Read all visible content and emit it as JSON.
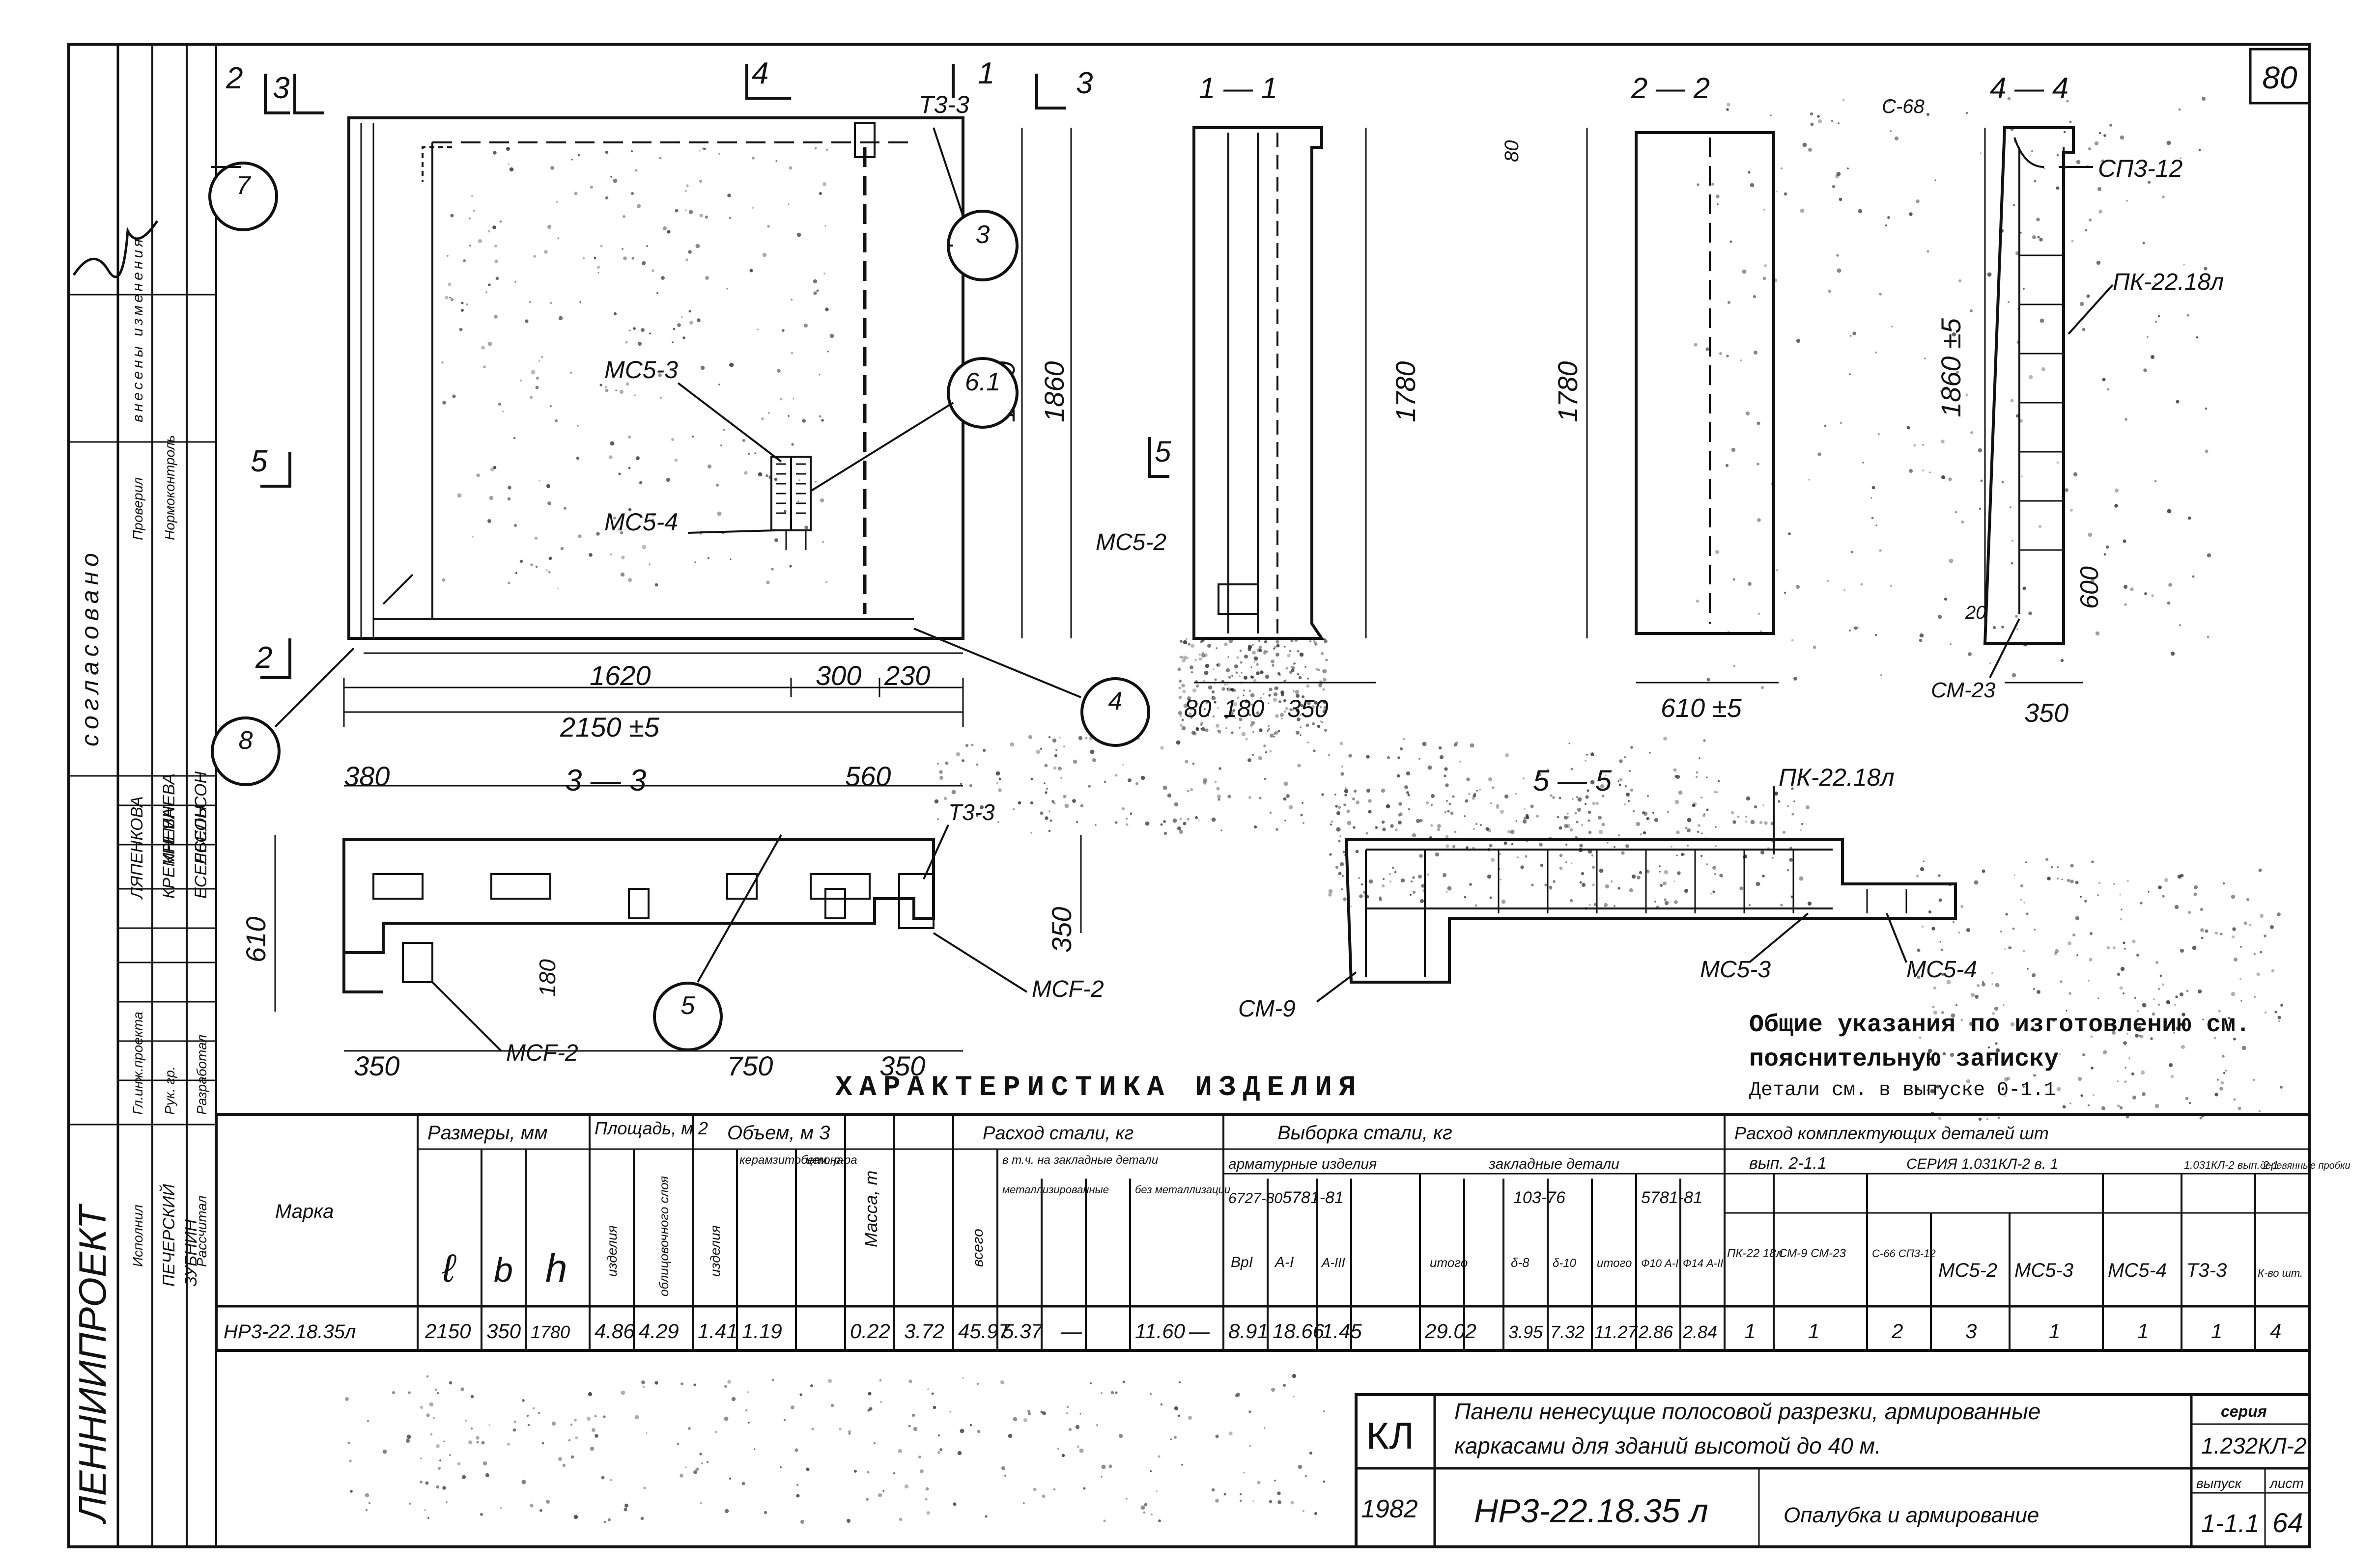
{
  "sheet": {
    "page_number": "80",
    "org": "ЛЕННИИПРОЕКТ",
    "agreed": "согласовано",
    "changes_note": "внесены изменения"
  },
  "stamp_left": {
    "roles": [
      "Гл.инж.проекта",
      "Рук. гр.",
      "Разработал",
      "Рассчитал",
      "Исполнил",
      "Проверил",
      "Нормоконтроль"
    ],
    "names": [
      "ЛЯПЕНКОВА",
      "КРЕМНЕВА",
      "ЕСЕЛЬСОН",
      "КРЕМНЕВА",
      "ЕСЕЛЬСОН",
      "ПЕЧЕРСКИЙ",
      "ЗУБНИН"
    ]
  },
  "views": {
    "front_label_left": [
      "2",
      "3",
      "5",
      "2"
    ],
    "sec_1_1": "1 — 1",
    "sec_2_2": "2 — 2",
    "sec_3_3": "3 — 3",
    "sec_4_4": "4 — 4",
    "sec_5_5": "5 — 5",
    "mark_4": "4",
    "mark_1": "1",
    "mark_3": "3",
    "mark_5": "5"
  },
  "dims": {
    "d1620": "1620",
    "d300": "300",
    "d230": "230",
    "d2150": "2150 ±5",
    "d1780a": "1780",
    "d1860a": "1860",
    "d1780b": "1780",
    "d1780c": "1780",
    "d1860b": "1860 ±5",
    "d600": "600",
    "d80": "80",
    "d180": "180",
    "d350a": "350",
    "d610b": "610 ±5",
    "d350b": "350",
    "d380": "380",
    "d560": "560",
    "d610": "610",
    "d350c": "350",
    "d180v": "180",
    "d350d": "350",
    "d750": "750",
    "d350e": "350",
    "d20": "20",
    "d80b": "80"
  },
  "callouts": {
    "c7": "7",
    "c3": "3",
    "c61": "6.1",
    "c8": "8",
    "c4": "4",
    "c5": "5",
    "t33a": "Т3-3",
    "t33b": "Т3-3",
    "mcs3": "МС5-3",
    "mcs4": "МС5-4",
    "mcs2": "МС5-2",
    "mcf2": "МСF-2",
    "mcf2b": "МСF-2",
    "c68": "С-68",
    "sp312": "СП3-12",
    "pk": "ПК-22.18л",
    "pk2": "ПК-22.18л",
    "sm23": "СМ-23",
    "sm9": "СМ-9",
    "mcs3b": "МС5-3",
    "mcs4b": "МС5-4"
  },
  "notes": {
    "line1": "Общие указания по изготовлению см.",
    "line2": "пояснительную записку",
    "line3": "Детали см. в выпуске 0-1.1"
  },
  "table": {
    "title": "ХАРАКТЕРИСТИКА ИЗДЕЛИЯ",
    "h_mark": "Марка",
    "h_sizes": "Размеры, мм",
    "h_area": "Площадь, м 2",
    "h_volume": "Объем, м 3",
    "h_mass": "Масса, т",
    "h_steel": "Расход стали, кг",
    "h_sample": "Выборка стали, кг",
    "h_parts": "Расход комплектующих деталей шт",
    "size_l": "ℓ",
    "size_b": "b",
    "size_h": "h",
    "area_cols": [
      "изделия",
      "облицовочного слоя"
    ],
    "vol_cols": [
      "изделия",
      "керамзитобетона",
      "цем. р-ра"
    ],
    "steel_cols": [
      "всего",
      "в т.ч. на закладные детали",
      "металлизированные",
      "без металлизации"
    ],
    "sample_groups": [
      "арматурные изделия",
      "закладные детали"
    ],
    "sample_gost1": "6727-80",
    "sample_gost2": "5781-81",
    "sample_gost3": "103-76",
    "sample_gost4": "5781-81",
    "sample_sub": [
      "BpI",
      "A-I",
      "A-III",
      "итого",
      "δ-8",
      "δ-10",
      "итого",
      "Ф10 А-I",
      "Ф14 А-II"
    ],
    "parts_hdr1": "вып. 2-1.1",
    "parts_hdr2": "СЕРИЯ 1.031КЛ-2 в. 1",
    "parts_hdr3": "1.031КЛ-2 вып. 2-1",
    "parts_hdr4": "деревянные пробки",
    "parts_cols": [
      "ПК-22 18л",
      "СМ-9 СМ-23",
      "С-66 СП3-12",
      "МС5-2",
      "МС5-3",
      "МС5-4",
      "Т3-3",
      "К-во шт."
    ],
    "row": {
      "mark": "НР3-22.18.35л",
      "l": "2150",
      "b": "350",
      "h": "1780",
      "area1": "4.86",
      "area2": "4.29",
      "vol1": "1.41",
      "vol2": "1.19",
      "vol3": "0.22",
      "mass": "3.72",
      "steel_total": "45.97",
      "steel_emb": "5.37",
      "steel_met": "—",
      "steel_nomet": "11.60",
      "steel_dash": "—",
      "bp1": "8.91",
      "a1": "18.66",
      "a3": "1.45",
      "itogo1": "29.02",
      "d8": "3.95",
      "d10": "7.32",
      "itogo2": "11.27",
      "f10": "2.86",
      "f14": "2.84",
      "p1": "1",
      "p2": "1",
      "p3": "2",
      "p4": "3",
      "p5": "1",
      "p6": "1",
      "p7": "1",
      "p8": "4"
    }
  },
  "titleblock": {
    "kl": "КЛ",
    "desc1": "Панели ненесущие полосовой разрезки, армированные",
    "desc2": "каркасами для зданий высотой до 40 м.",
    "year": "1982",
    "mark": "НР3-22.18.35 л",
    "sheet_title": "Опалубка и армирование",
    "series_label": "серия",
    "series": "1.232КЛ-2",
    "issue_label": "выпуск",
    "issue": "1-1.1",
    "sheet_label": "лист",
    "sheet": "64"
  }
}
